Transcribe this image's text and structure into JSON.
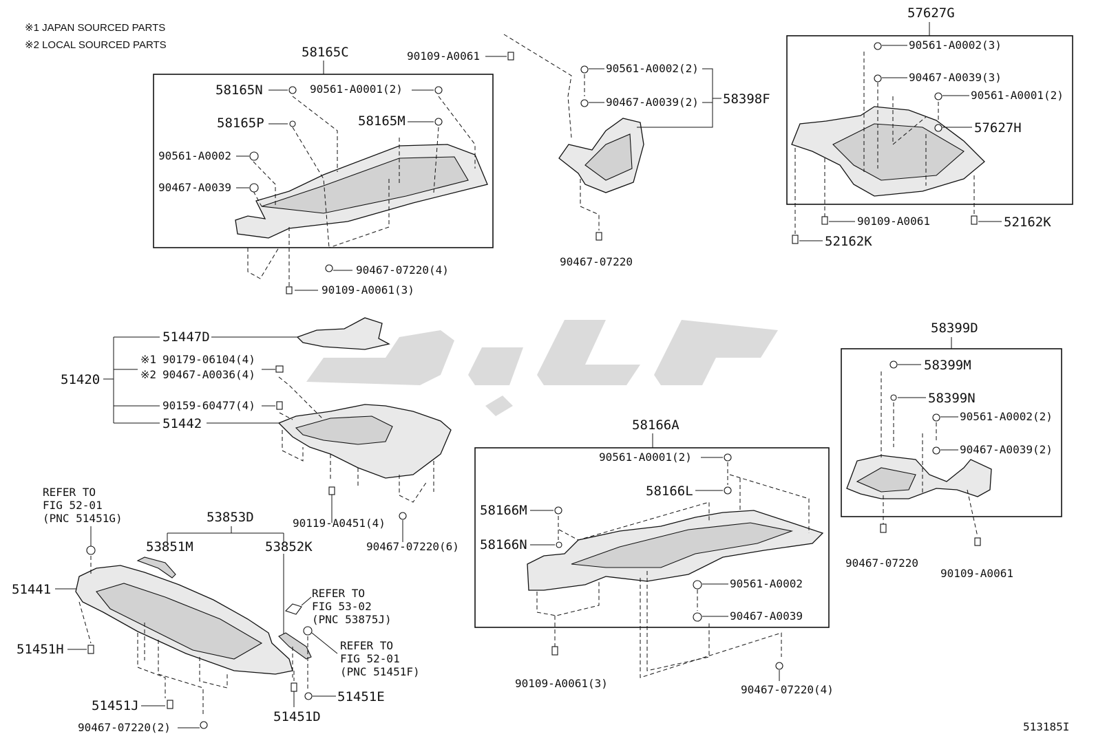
{
  "notes": {
    "note1": "※1  JAPAN SOURCED PARTS",
    "note2": "※2  LOCAL SOURCED PARTS"
  },
  "figure_id": "513185I",
  "groups": {
    "g58165C": {
      "title": "58165C",
      "n": "58165N",
      "a0001": "90561-A0001(2)",
      "p": "58165P",
      "m": "58165M",
      "a0002": "90561-A0002",
      "a0039": "90467-A0039",
      "c07220": "90467-07220(4)",
      "a0061": "90109-A0061(3)"
    },
    "g58398F": {
      "top": "90109-A0061",
      "a0002": "90561-A0002(2)",
      "a0039": "90467-A0039(2)",
      "title": "58398F",
      "bottom": "90467-07220"
    },
    "g57627G": {
      "title": "57627G",
      "a0002": "90561-A0002(3)",
      "a0039": "90467-A0039(3)",
      "a0001": "90561-A0001(2)",
      "h": "57627H",
      "a0061": "90109-A0061",
      "k1": "52162K",
      "k2": "52162K"
    },
    "g51420": {
      "title": "51420",
      "d": "51447D",
      "mark1": "※1",
      "p1": "90179-06104(4)",
      "mark2": "※2",
      "p2": "90467-A0036(4)",
      "p3": "90159-60477(4)",
      "main": "51442",
      "a0451": "90119-A0451(4)",
      "c07220": "90467-07220(6)"
    },
    "g58399D": {
      "title": "58399D",
      "m": "58399M",
      "n": "58399N",
      "a0002": "90561-A0002(2)",
      "a0039": "90467-A0039(2)",
      "c07220": "90467-07220",
      "a0061": "90109-A0061"
    },
    "g58166A": {
      "title": "58166A",
      "a0001": "90561-A0001(2)",
      "l": "58166L",
      "m": "58166M",
      "n": "58166N",
      "a0002": "90561-A0002",
      "a0039": "90467-A0039",
      "a0061": "90109-A0061(3)",
      "c07220": "90467-07220(4)"
    },
    "g51441": {
      "ref1_a": "REFER TO",
      "ref1_b": "FIG 52-01",
      "ref1_c": "(PNC 51451G)",
      "d": "53853D",
      "m": "53851M",
      "k": "53852K",
      "main": "51441",
      "ref2_a": "REFER TO",
      "ref2_b": "FIG 53-02",
      "ref2_c": "(PNC 53875J)",
      "ref3_a": "REFER TO",
      "ref3_b": "FIG 52-01",
      "ref3_c": "(PNC 51451F)",
      "h": "51451H",
      "j": "51451J",
      "e": "51451E",
      "c07220": "90467-07220(2)",
      "dd": "51451D"
    }
  },
  "colors": {
    "line": "#111111",
    "watermark": "#cfcfcf",
    "part_fill": "#e9e9e9"
  },
  "icons": {
    "clip": "push-clip-icon",
    "bolt": "bolt-icon",
    "watermark": "brand-watermark"
  }
}
